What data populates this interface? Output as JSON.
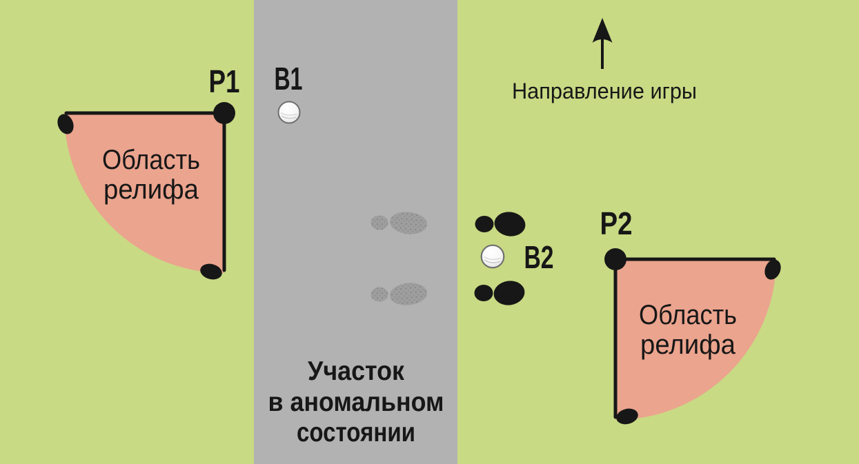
{
  "colors": {
    "fairway_green": "#c8da84",
    "abnormal_gray": "#b2b2b3",
    "relief_pink": "#eba48e",
    "ink": "#171717",
    "faint_print_gray": "#9e9e9e"
  },
  "diagram": {
    "direction": {
      "label": "Направление игры",
      "icon": "up-arrow-icon"
    },
    "abnormal_area": {
      "label_line1": "Участок",
      "label_line2": "в аномальном",
      "label_line3": "состоянии"
    },
    "relief_left": {
      "point_label": "P1",
      "label_line1": "Область",
      "label_line2": "релифа"
    },
    "relief_right": {
      "point_label": "P2",
      "label_line1": "Область",
      "label_line2": "релифа"
    },
    "ball1": {
      "label": "B1",
      "icon": "golf-ball-icon"
    },
    "ball2": {
      "label": "B2",
      "icon": "golf-ball-icon"
    },
    "footprints": {
      "inside_strip": "gray-footprints-icon",
      "outside_strip": "black-footprints-icon"
    }
  }
}
